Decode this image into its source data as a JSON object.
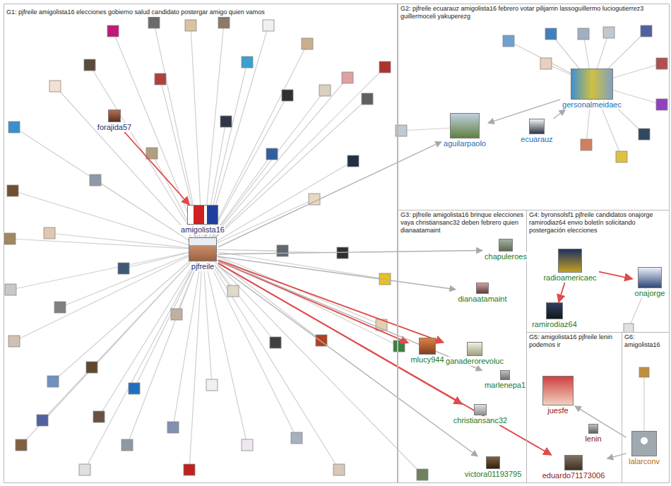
{
  "diagram": {
    "nodes": [
      {
        "text": [
          "G1: pjfreile amigolista16 elecciones gobierno salud candidato postergar amigo quien vamos"
        ]
      },
      {
        "text": [
          "forajida57"
        ],
        "in": 0
      },
      {
        "text": [
          "amigolista16"
        ],
        "in": 0
      },
      {
        "text": [
          "pjfreile"
        ],
        "in": 0
      },
      {
        "text": [
          "G2: pjfreile ecuarauz amigolista16 febrero votar pilijarrin lassoguillermo luciogutierrez3 guillermoceli yakuperezg"
        ]
      },
      {
        "text": [
          "gersonalmeidaec"
        ],
        "in": 4
      },
      {
        "text": [
          "aguilarpaolo"
        ],
        "in": 4
      },
      {
        "text": [
          "ecuarauz"
        ],
        "in": 4
      },
      {
        "text": [
          "G3: pjfreile amigolista16 brinque elecciones vaya christiansanc32 deben febrero quien dianaatamaint"
        ]
      },
      {
        "text": [
          "chapuleroes"
        ],
        "in": 8
      },
      {
        "text": [
          "dianaatamaint"
        ],
        "in": 8
      },
      {
        "text": [
          "mlucy944"
        ],
        "in": 8
      },
      {
        "text": [
          "ganaderorevoluc"
        ],
        "in": 8
      },
      {
        "text": [
          "marlenepa1"
        ],
        "in": 8
      },
      {
        "text": [
          "christiansanc32"
        ],
        "in": 8
      },
      {
        "text": [
          "victora01193795"
        ],
        "in": 8
      },
      {
        "text": [
          "G4: byronsolsf1 pjfreile candidatos onajorge ramirodiaz64 envio boletín solicitando postergación elecciones"
        ]
      },
      {
        "text": [
          "radioamericaec"
        ],
        "in": 16
      },
      {
        "text": [
          "onajorge"
        ],
        "in": 16
      },
      {
        "text": [
          "ramirodiaz64"
        ],
        "in": 16
      },
      {
        "text": [
          "G5: amigolista16 pjfreile lenin podemos ir"
        ]
      },
      {
        "text": [
          "juesfe"
        ],
        "in": 20
      },
      {
        "text": [
          "lenin"
        ],
        "in": 20
      },
      {
        "text": [
          "eduardo71173006"
        ],
        "in": 20
      },
      {
        "text": [
          "G6: amigolista16"
        ]
      },
      {
        "text": [
          "lalarconv"
        ],
        "in": 24
      }
    ],
    "edges": [
      {
        "from": 1,
        "to": 2,
        "arrow": "to"
      },
      {
        "from": 3,
        "to": 11,
        "arrow": "to"
      },
      {
        "from": 3,
        "to": 12,
        "arrow": "to"
      },
      {
        "from": 3,
        "to": 14,
        "arrow": "to"
      },
      {
        "from": 3,
        "to": 23,
        "arrow": "to"
      },
      {
        "from": 17,
        "to": 18,
        "arrow": "to"
      },
      {
        "from": 17,
        "to": 19,
        "arrow": "to"
      },
      {
        "from": 3,
        "to": 6,
        "arrow": "to"
      },
      {
        "from": 5,
        "to": 6,
        "arrow": "to"
      },
      {
        "from": 3,
        "to": 9,
        "arrow": "to"
      },
      {
        "from": 3,
        "to": 10,
        "arrow": "to"
      },
      {
        "from": 3,
        "to": 13,
        "arrow": "to"
      },
      {
        "from": 3,
        "to": 15,
        "arrow": "to"
      },
      {
        "from": 25,
        "to": 21,
        "arrow": "to"
      },
      {
        "from": 25,
        "to": 23,
        "arrow": "to"
      },
      {
        "from": 7,
        "to": 5,
        "arrow": "to"
      }
    ]
  }
}
